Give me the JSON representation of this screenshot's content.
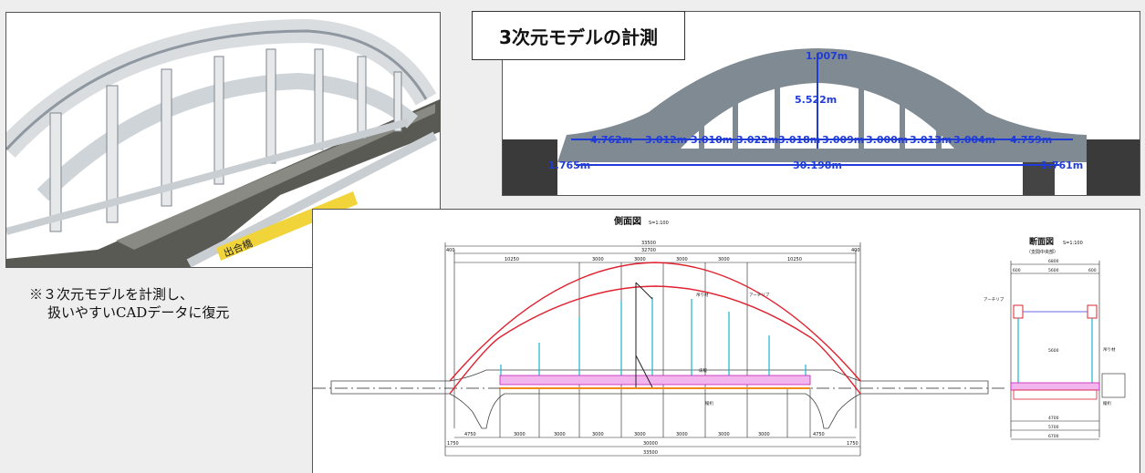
{
  "photo": {
    "banner_text": "出合橋"
  },
  "model": {
    "title": "3次元モデルの計測",
    "measurements": {
      "rise_top": "1.007m",
      "rise_mid": "5.522m",
      "segments": [
        "4.762m",
        "3.012m",
        "3.010m",
        "3.022m",
        "3.018m",
        "3.009m",
        "3.000m",
        "3.013m",
        "3.004m",
        "4.759m"
      ],
      "left_end": "1.765m",
      "span": "30.198m",
      "right_end": "1.761m"
    }
  },
  "caption": {
    "line1": "※３次元モデルを計測し、",
    "line2": "扱いやすいCADデータに復元"
  },
  "cad": {
    "side_view_title": "側面図",
    "side_view_scale": "S=1:100",
    "section_view_title": "断面図",
    "section_view_scale": "S=1:100",
    "section_view_sub": "（支間中央部）",
    "dims_top": [
      "33500",
      "32700",
      "400",
      "400"
    ],
    "dims_row2": [
      "10250",
      "3000",
      "3000",
      "3000",
      "3000",
      "10250"
    ],
    "dims_bottom_row": [
      "1750",
      "4750",
      "3000",
      "3000",
      "3000",
      "3000",
      "3000",
      "3000",
      "3000",
      "4750",
      "1750"
    ],
    "dims_span": "30000",
    "dims_total_bottom": "33500",
    "labels": {
      "hanger": "吊り材",
      "arch_rib": "アーチリブ",
      "floor": "床版",
      "girder": "縦桁"
    },
    "section_dims": [
      "6800",
      "5600",
      "600",
      "600",
      "5600",
      "4700",
      "5700",
      "6700"
    ]
  }
}
